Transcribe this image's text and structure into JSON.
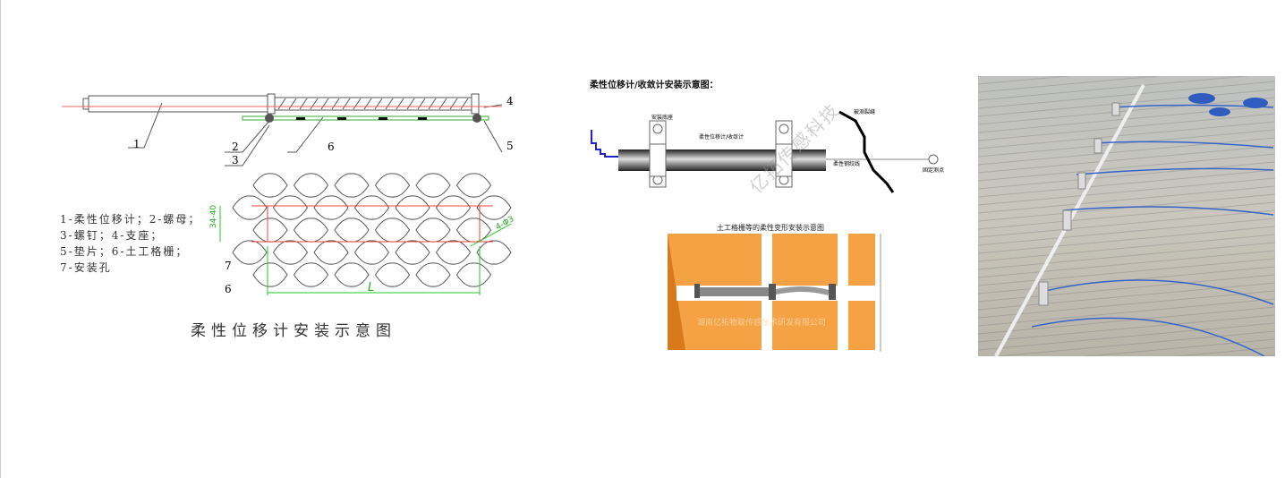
{
  "left_figure": {
    "part_numbers": [
      "1",
      "2",
      "3",
      "4",
      "5",
      "6",
      "6",
      "7"
    ],
    "legend": [
      "1-柔性位移计；2-螺母；",
      "3-螺钉；4-支座；",
      "5-垫片；6-土工格栅；",
      "7-安装孔"
    ],
    "dimension_height": "34-40",
    "dimension_hole": "4-Φ3",
    "dimension_length": "L",
    "caption": "柔性位移计安装示意图"
  },
  "middle_figure": {
    "title": "柔性位移计/收敛计安装示意图：",
    "labels": {
      "base": "安装底座",
      "sensor": "柔性位移计/收敛计",
      "crack": "被测裂缝",
      "wire": "柔性钢绞线",
      "anchor": "固定测点"
    },
    "watermark": "亿拓传感科技",
    "sub_title": "土工格栅等的柔性变形安装示意图",
    "sub_watermark": "湖南亿拓物联传感技术研发有限公司"
  }
}
